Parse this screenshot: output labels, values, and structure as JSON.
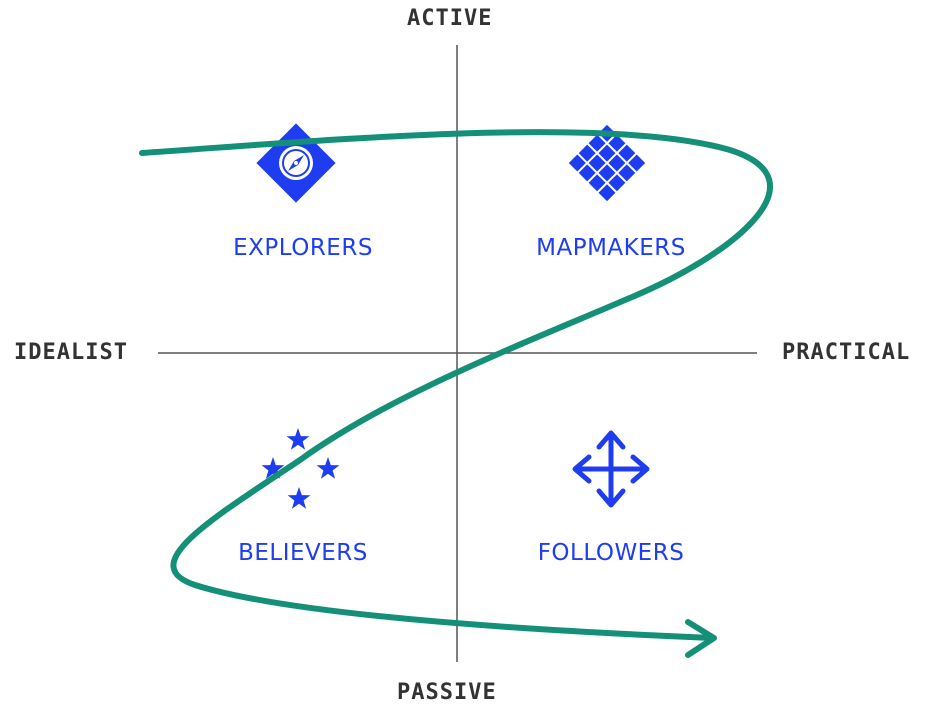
{
  "axes": {
    "top": "ACTIVE",
    "bottom": "PASSIVE",
    "left": "IDEALIST",
    "right": "PRACTICAL"
  },
  "quadrants": [
    {
      "label": "EXPLORERS",
      "icon": "compass-icon"
    },
    {
      "label": "MAPMAKERS",
      "icon": "grid-diamond-icon"
    },
    {
      "label": "BELIEVERS",
      "icon": "stars-icon"
    },
    {
      "label": "FOLLOWERS",
      "icon": "arrows-move-icon"
    }
  ],
  "colors": {
    "icon_blue": "#1f3df0",
    "axis_gray": "#555555",
    "path_green": "#139077",
    "axis_text": "#333333"
  }
}
